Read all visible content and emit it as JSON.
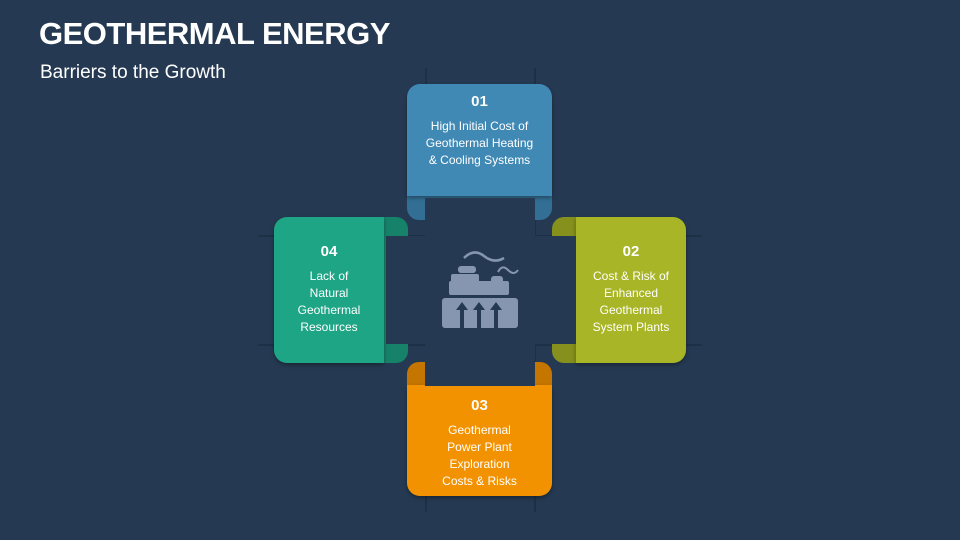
{
  "header": {
    "title": "GEOTHERMAL ENERGY",
    "subtitle": "Barriers to the Growth"
  },
  "cards": [
    {
      "number": "01",
      "text": "High Initial Cost of Geothermal Heating & Cooling Systems",
      "color": "#4189b5"
    },
    {
      "number": "02",
      "text": "Cost & Risk of Enhanced Geothermal System Plants",
      "color": "#a8b526"
    },
    {
      "number": "03",
      "text": "Geothermal Power Plant Exploration Costs & Risks",
      "color": "#f39200"
    },
    {
      "number": "04",
      "text": "Lack of Natural Geothermal Resources",
      "color": "#1ea585"
    }
  ],
  "center_icon": "geothermal-plant-icon"
}
